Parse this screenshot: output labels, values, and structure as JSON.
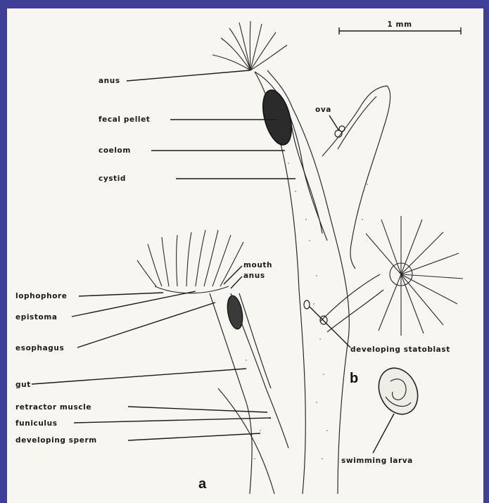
{
  "background_color": "#3f3f9a",
  "paper_color": "#f7f6f1",
  "ink_color": "#1a1a1a",
  "scale_bar": {
    "label": "1 mm"
  },
  "panels": {
    "a": "a",
    "b": "b"
  },
  "labels": {
    "anus_top": "anus",
    "fecal_pellet": "fecal pellet",
    "coelom": "coelom",
    "cystid": "cystid",
    "ova": "ova",
    "mouth": "mouth",
    "anus_lower": "anus",
    "lophophore": "lophophore",
    "epistome": "epistoma",
    "esophagus": "esophagus",
    "gut": "gut",
    "retractor_muscle": "retractor muscle",
    "funiculus": "funiculus",
    "developing_sperm": "developing sperm",
    "developing_statoblast": "developing statoblast",
    "swimming_larva": "swimming larva"
  }
}
